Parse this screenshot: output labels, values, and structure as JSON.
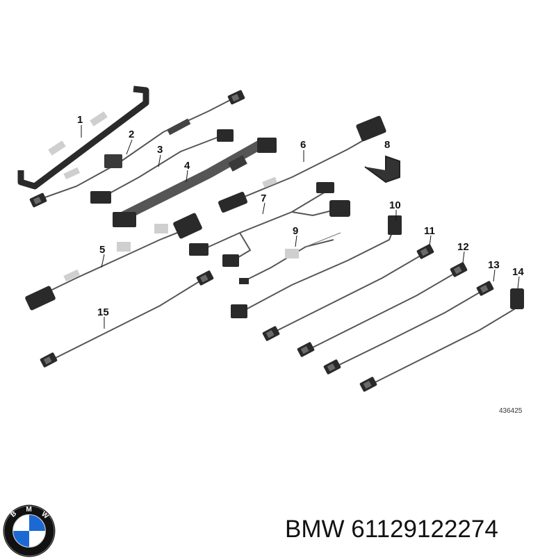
{
  "diagram": {
    "callouts": [
      "1",
      "2",
      "3",
      "4",
      "5",
      "6",
      "7",
      "8",
      "9",
      "10",
      "11",
      "12",
      "13",
      "14",
      "15"
    ],
    "diagram_number": "436425"
  },
  "brand": {
    "logo_letters": "BMW",
    "logo_icon": "bmw-roundel-icon",
    "colors": {
      "blue": "#1c69d4",
      "ring": "#111111",
      "white": "#ffffff"
    }
  },
  "caption": {
    "brand": "BMW",
    "part_number": "61129122274"
  },
  "colors": {
    "cable": "#555555",
    "connector": "#2a2a2a",
    "tag": "#cfcfcf"
  }
}
